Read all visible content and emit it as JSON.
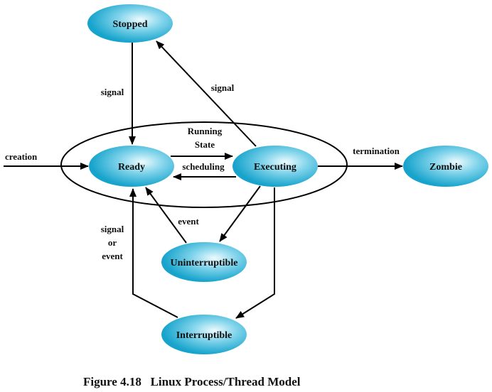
{
  "diagram": {
    "caption": "Figure 4.18   Linux Process/Thread Model",
    "group": {
      "id": "running",
      "label_line1": "Running",
      "label_line2": "State"
    },
    "nodes": [
      {
        "id": "stopped",
        "label": "Stopped"
      },
      {
        "id": "ready",
        "label": "Ready"
      },
      {
        "id": "executing",
        "label": "Executing"
      },
      {
        "id": "zombie",
        "label": "Zombie"
      },
      {
        "id": "uninterruptible",
        "label": "Uninterruptible"
      },
      {
        "id": "interruptible",
        "label": "Interruptible"
      }
    ],
    "edges": [
      {
        "from": "external",
        "to": "ready",
        "label": "creation"
      },
      {
        "from": "ready",
        "to": "executing",
        "label": ""
      },
      {
        "from": "executing",
        "to": "ready",
        "label": "scheduling"
      },
      {
        "from": "executing",
        "to": "zombie",
        "label": "termination"
      },
      {
        "from": "stopped",
        "to": "ready",
        "label": "signal"
      },
      {
        "from": "executing",
        "to": "stopped",
        "label": "signal"
      },
      {
        "from": "executing",
        "to": "uninterruptible",
        "label": ""
      },
      {
        "from": "uninterruptible",
        "to": "ready",
        "label": "event"
      },
      {
        "from": "executing",
        "to": "interruptible",
        "label": ""
      },
      {
        "from": "interruptible",
        "to": "ready",
        "label_lines": [
          "signal",
          "or",
          "event"
        ]
      }
    ],
    "colors": {
      "node_fill_center": "#e8f8fc",
      "node_fill_edge": "#1aa7cf",
      "stroke": "#000000"
    }
  }
}
